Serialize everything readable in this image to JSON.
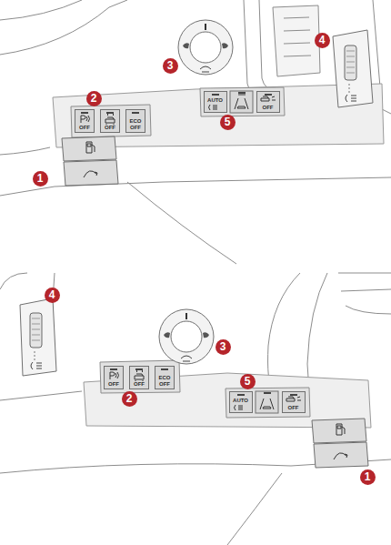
{
  "diagram": {
    "nodes": [
      {
        "text": [
          "OFF"
        ]
      },
      {
        "text": [
          "OFF"
        ]
      },
      {
        "text": [
          "ECO OFF"
        ]
      },
      {
        "text": [
          "AUTO"
        ]
      },
      {
        "text": [
          "OFF"
        ]
      },
      {
        "text": [
          "OFF"
        ]
      },
      {
        "text": [
          "OFF"
        ]
      },
      {
        "text": [
          "ECO OFF"
        ]
      },
      {
        "text": [
          "AUTO"
        ]
      },
      {
        "text": [
          "OFF"
        ]
      }
    ],
    "labels": [
      "3",
      "4",
      "2",
      "5",
      "1",
      "4",
      "3",
      "2",
      "5",
      "1"
    ]
  }
}
